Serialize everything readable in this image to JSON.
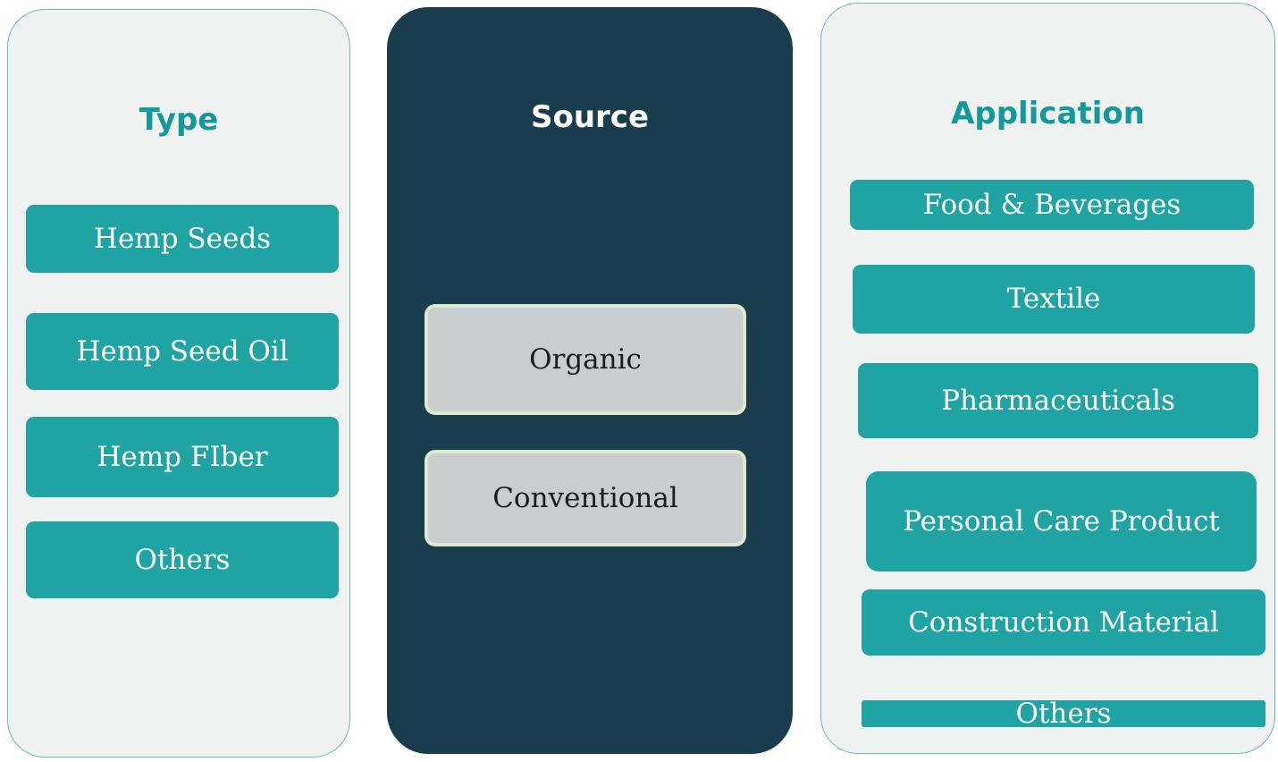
{
  "columns": [
    {
      "title": "Type",
      "items": [
        "Hemp Seeds",
        "Hemp Seed Oil",
        "Hemp FIber",
        "Others"
      ]
    },
    {
      "title": "Source",
      "items": [
        "Organic",
        "Conventional"
      ]
    },
    {
      "title": "Application",
      "items": [
        "Food & Beverages",
        "Textile",
        "Pharmaceuticals",
        "Personal Care Product",
        "Construction Material",
        "Others"
      ]
    }
  ],
  "colors": {
    "teal_button": "#1FA3A3",
    "teal_header_text": "#13999C",
    "dark_panel": "#193D4D",
    "light_panel": "#F0F1F1",
    "light_panel_border": "#6CB8B8",
    "gray_button_fill": "#C9CDCD",
    "gray_button_border": "#DFE9D2",
    "gray_button_text": "#1C1C1C",
    "button_text": "#FFFFFF",
    "source_header_text": "#FFFFFF",
    "page_background": "#FFFFFF"
  }
}
